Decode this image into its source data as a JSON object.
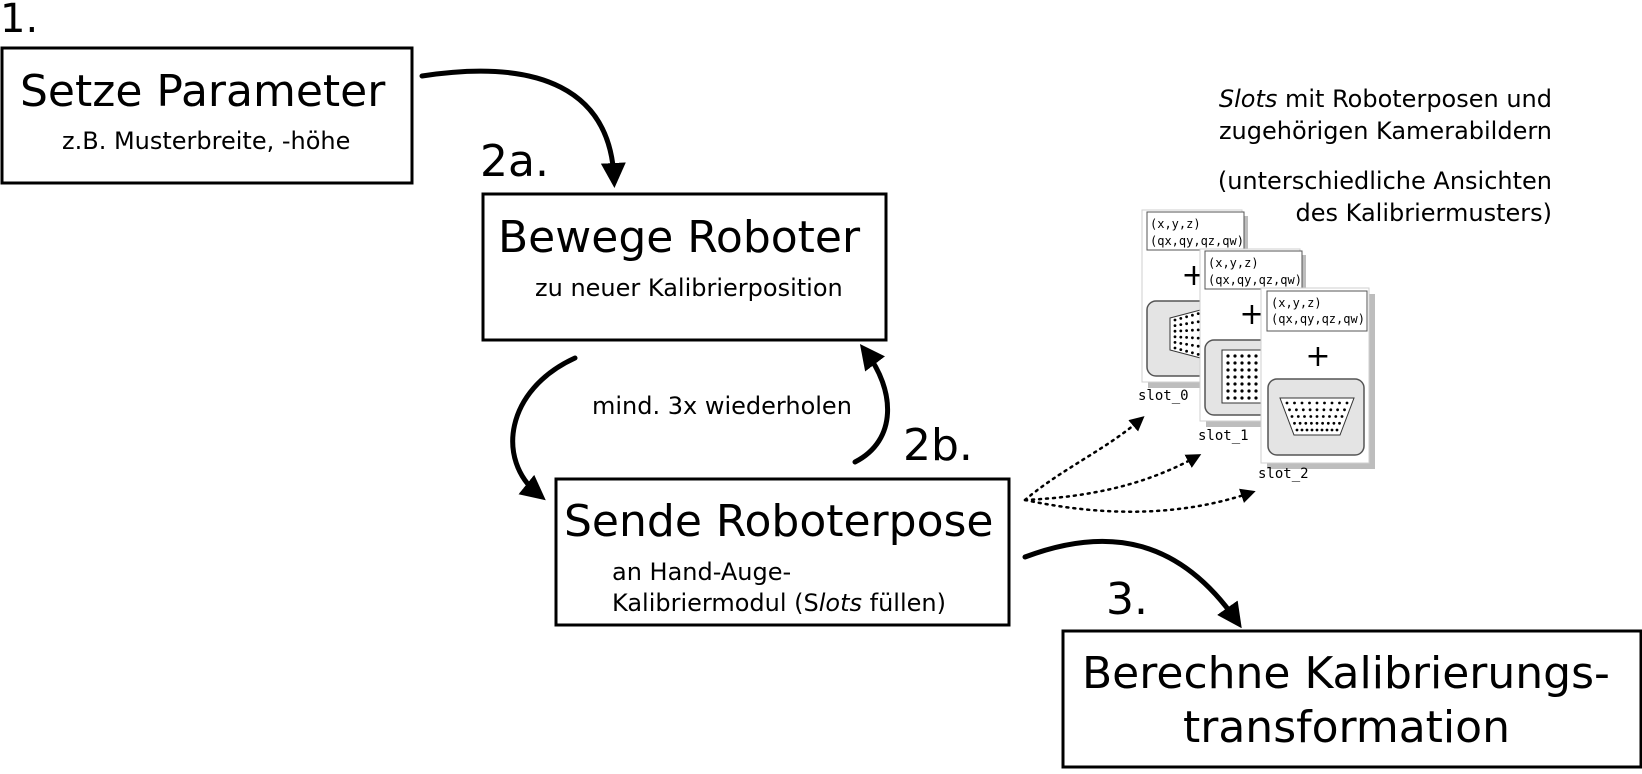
{
  "steps": {
    "s1": {
      "number": "1.",
      "title": "Setze Parameter",
      "subtitle": "z.B. Musterbreite, -höhe"
    },
    "s2a": {
      "number": "2a.",
      "title": "Bewege Roboter",
      "subtitle": "zu neuer Kalibrierposition"
    },
    "s2b": {
      "number": "2b.",
      "title": "Sende Roboterpose",
      "subtitle_line1": "an Hand-Auge-",
      "subtitle_line2_pre": "Kalibriermodul (S",
      "subtitle_line2_italic": "lots",
      "subtitle_line2_post": " füllen)"
    },
    "s3": {
      "number": "3.",
      "title_line1": "Berechne Kalibrierungs-",
      "title_line2": "transformation"
    }
  },
  "loop_label": "mind. 3x wiederholen",
  "slots_note": {
    "line1_italic": "Slots",
    "line1_rest": " mit Roboterposen und",
    "line2": "zugehörigen Kamerabildern",
    "line3": "(unterschiedliche Ansichten",
    "line4": "des Kalibriermusters)"
  },
  "slots": [
    {
      "label": "slot_0",
      "pose_line1": "(x,y,z)",
      "pose_line2": "(qx,qy,qz,qw)",
      "plus": "+"
    },
    {
      "label": "slot_1",
      "pose_line1": "(x,y,z)",
      "pose_line2": "(qx,qy,qz,qw)",
      "plus": "+"
    },
    {
      "label": "slot_2",
      "pose_line1": "(x,y,z)",
      "pose_line2": "(qx,qy,qz,qw)",
      "plus": "+"
    }
  ]
}
